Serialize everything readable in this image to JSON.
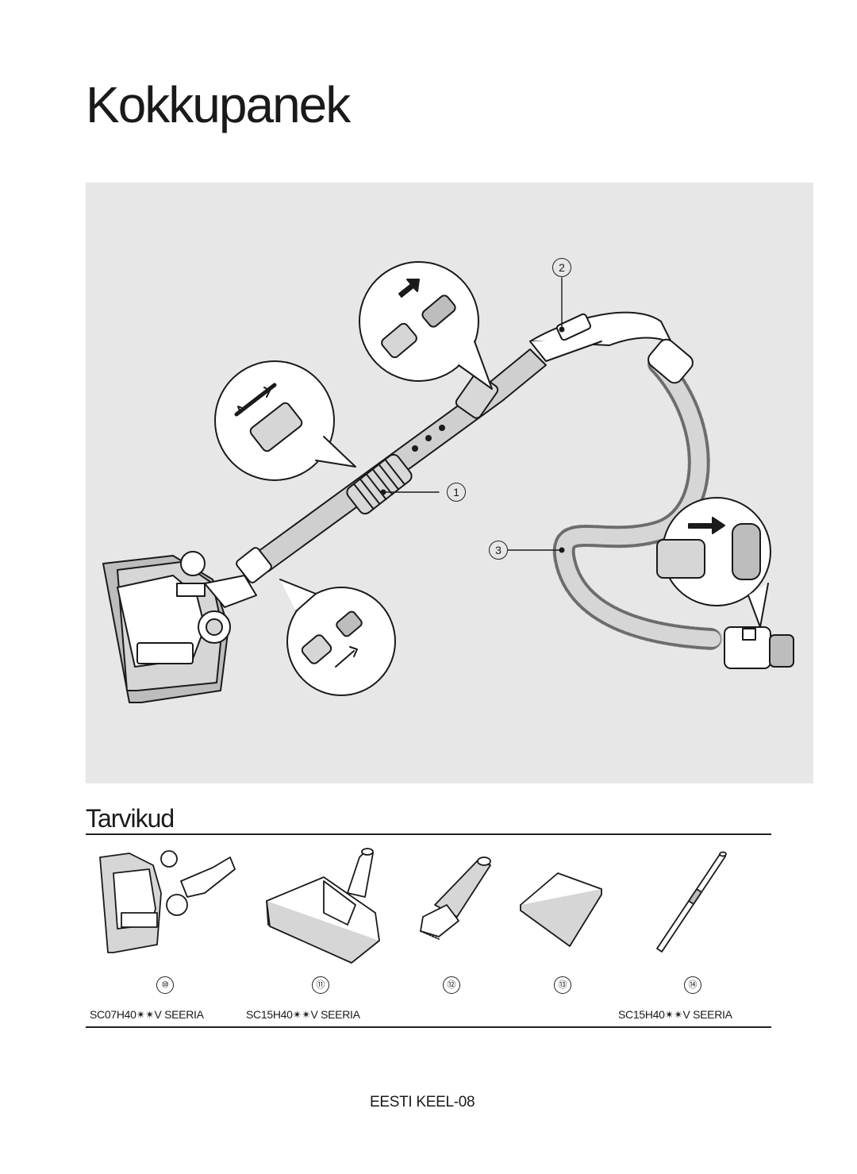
{
  "page": {
    "title": "Kokkupanek",
    "subtitle": "Tarvikud",
    "footer": "EESTI KEEL-08"
  },
  "figure": {
    "callouts": [
      "1",
      "2",
      "3"
    ]
  },
  "accessories": {
    "items": [
      {
        "num": "⑩",
        "icon": "turbo-brush-icon"
      },
      {
        "num": "⑪",
        "icon": "floor-brush-icon"
      },
      {
        "num": "⑫",
        "icon": "crevice-tool-icon"
      },
      {
        "num": "⑬",
        "icon": "manual-icon"
      },
      {
        "num": "⑭",
        "icon": "extension-pipe-icon"
      }
    ],
    "series": [
      "SC07H40✴✴V SEERIA",
      "SC15H40✴✴V SEERIA",
      "SC15H40✴✴V SEERIA"
    ]
  },
  "colors": {
    "figure_bg": "#e7e7e7",
    "line": "#1a1a1a"
  }
}
